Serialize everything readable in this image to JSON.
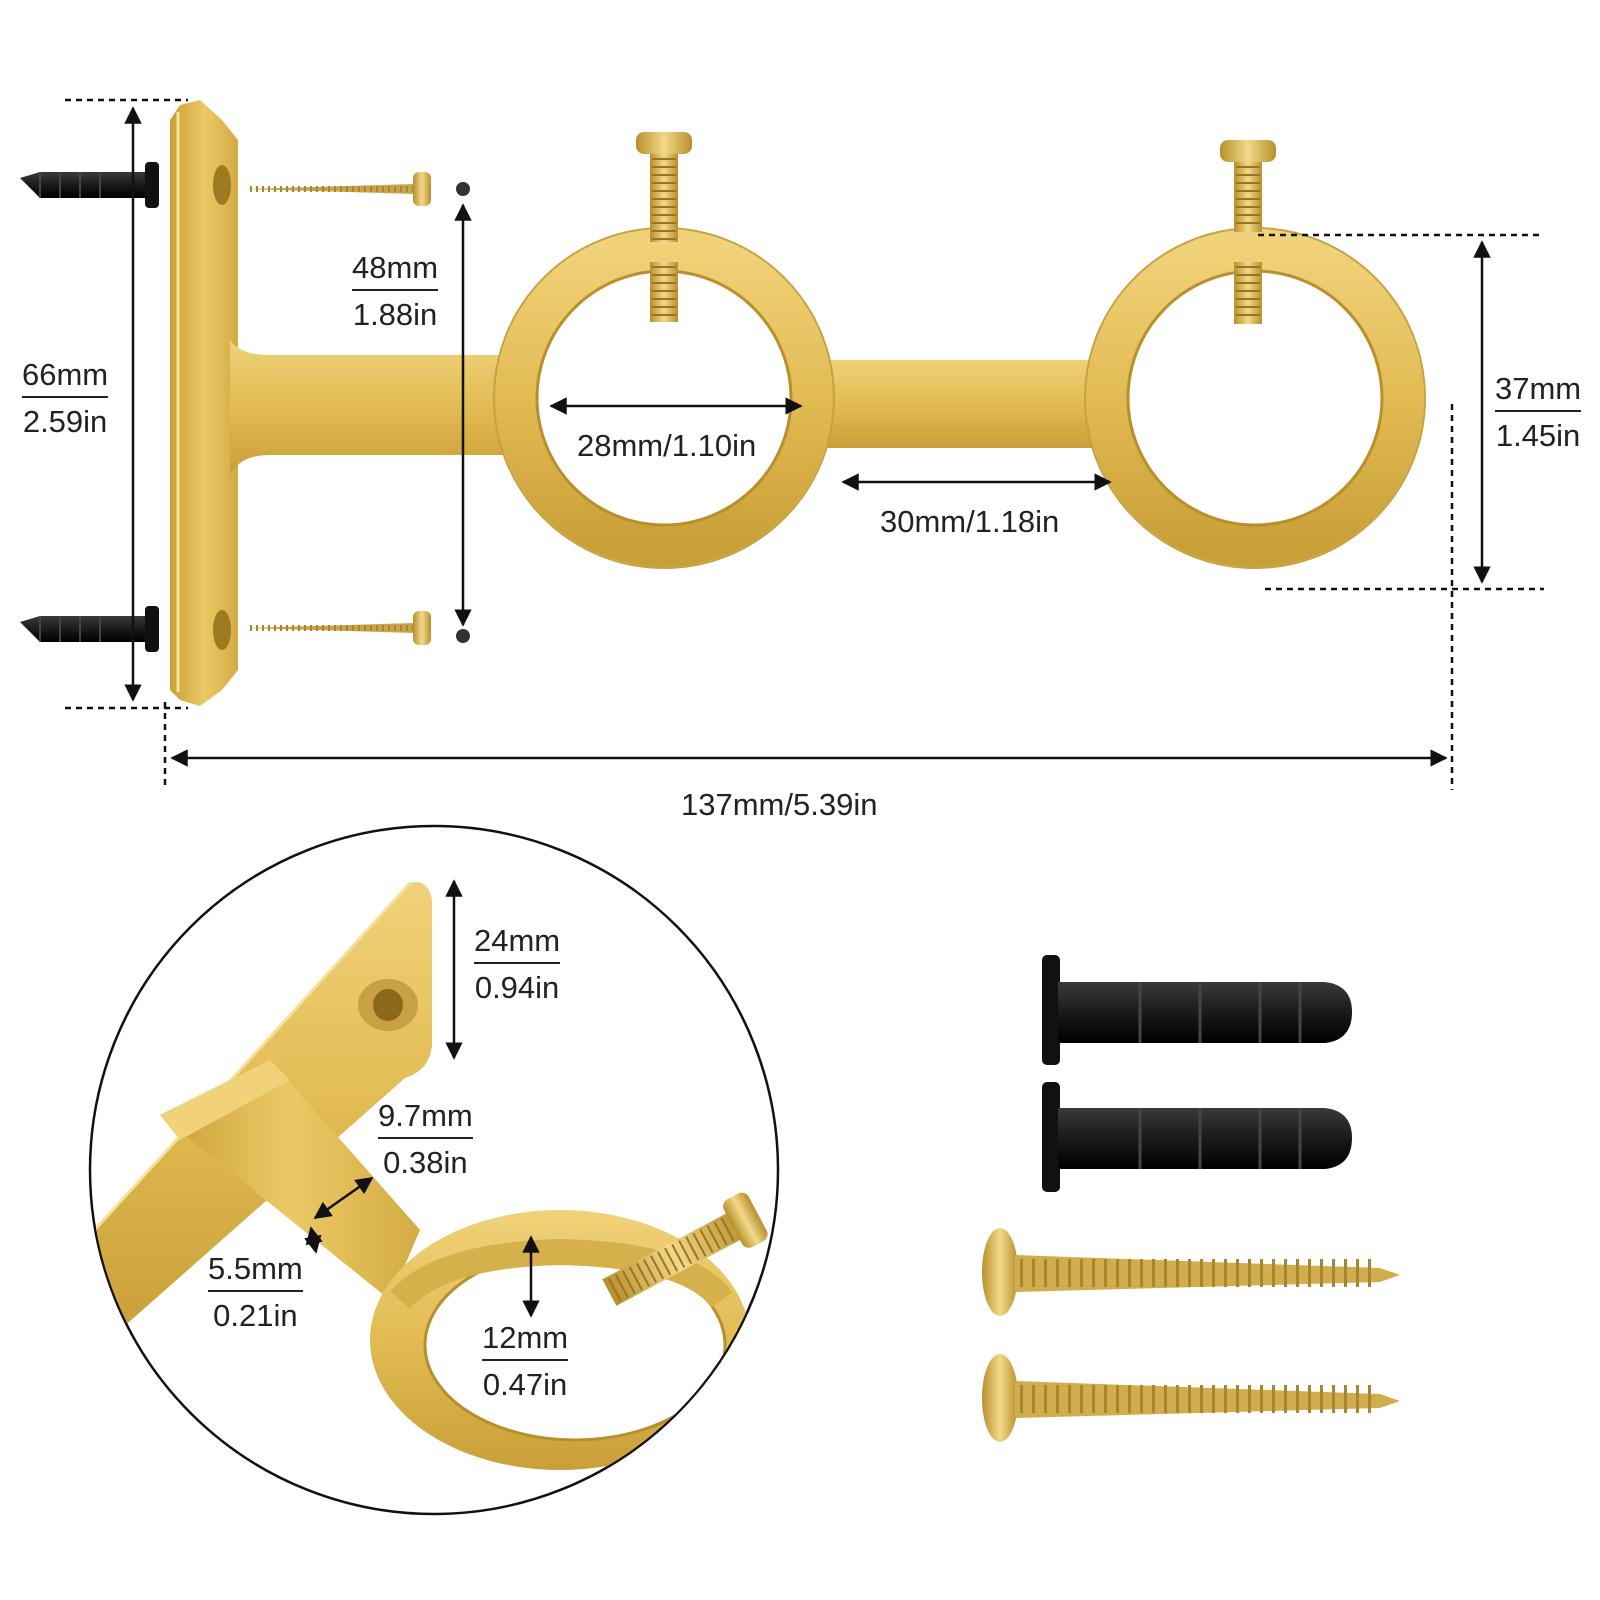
{
  "colors": {
    "gold": "#e3bd55",
    "gold_dark": "#c29a35",
    "brass": "#d8b65a",
    "anchor": "#1e1e1e",
    "line": "#111111"
  },
  "dimensions": {
    "bracket_height": {
      "mm": "66mm",
      "in": "2.59in"
    },
    "hole_spacing": {
      "mm": "48mm",
      "in": "1.88in"
    },
    "ring_inner": "28mm/1.10in",
    "ring_gap": "30mm/1.18in",
    "ring_height": {
      "mm": "37mm",
      "in": "1.45in"
    },
    "total_length": "137mm/5.39in"
  },
  "detail": {
    "plate_width": {
      "mm": "24mm",
      "in": "0.94in"
    },
    "arm_width": {
      "mm": "9.7mm",
      "in": "0.38in"
    },
    "arm_thickness": {
      "mm": "5.5mm",
      "in": "0.21in"
    },
    "ring_depth": {
      "mm": "12mm",
      "in": "0.47in"
    }
  },
  "hardware": {
    "anchors": [
      "wall-anchor",
      "wall-anchor"
    ],
    "screws": [
      "wood-screw",
      "wood-screw"
    ]
  }
}
